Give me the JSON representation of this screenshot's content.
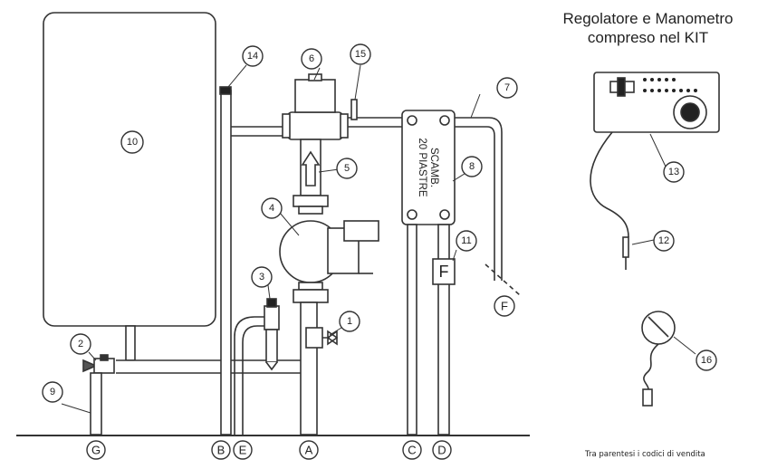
{
  "kit_title": {
    "line1": "Regolatore e Manometro",
    "line2": "compreso nel KIT"
  },
  "footnote": "Tra parentesi i codici di vendita",
  "exchanger_label": {
    "line1": "SCAMB.",
    "line2": "20 PIASTRE"
  },
  "flow_box_label": "F",
  "callouts": {
    "c1": "1",
    "c2": "2",
    "c3": "3",
    "c4": "4",
    "c5": "5",
    "c6": "6",
    "c7": "7",
    "c8": "8",
    "c9": "9",
    "c10": "10",
    "c11": "11",
    "c12": "12",
    "c13": "13",
    "c14": "14",
    "c15": "15",
    "c16": "16"
  },
  "connections": {
    "A": "A",
    "B": "B",
    "C": "C",
    "D": "D",
    "E": "E",
    "F": "F",
    "G": "G"
  }
}
